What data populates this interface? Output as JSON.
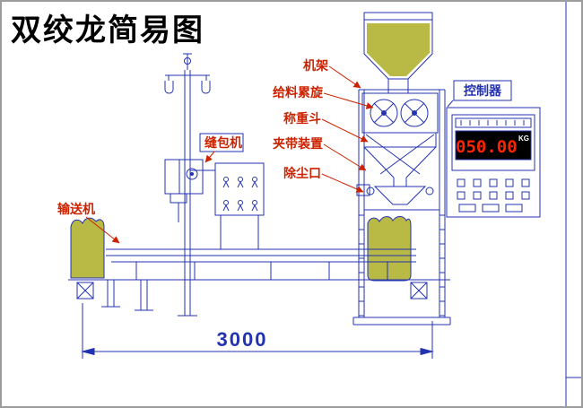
{
  "title": "双绞龙简易图",
  "callouts": {
    "frame": "机架",
    "feed_screw": "给料累旋",
    "weigh_hopper": "称重斗",
    "clamp_device": "夹带装置",
    "dust_port": "除尘口",
    "sewing_machine": "缝包机",
    "conveyor": "输送机",
    "controller": "控制器"
  },
  "display": {
    "value": "050.00",
    "unit": "KG"
  },
  "dimension": {
    "length": "3000"
  },
  "colors": {
    "line_blue": "#2333b0",
    "label_red": "#cc2200",
    "material_olive": "#b9ba45",
    "display_digits_red": "#ff2400",
    "display_background": "#000000"
  }
}
